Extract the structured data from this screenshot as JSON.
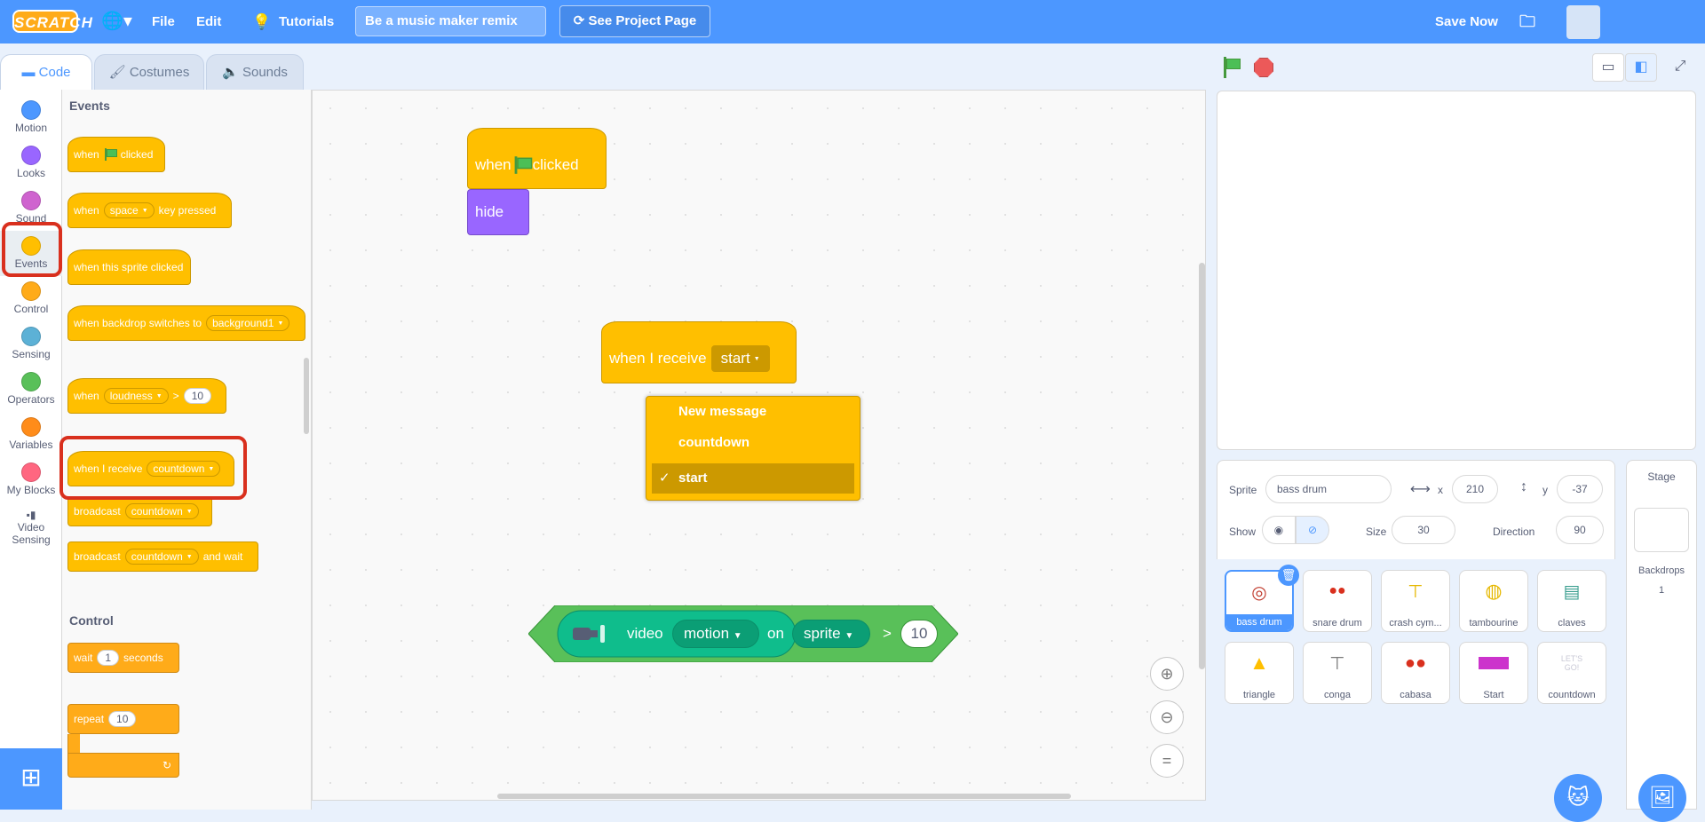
{
  "menubar": {
    "logo": "SCRATCH",
    "file": "File",
    "edit": "Edit",
    "tutorials": "Tutorials",
    "project_title": "Be a music maker remix",
    "see_project": "See Project Page",
    "save_now": "Save Now"
  },
  "tabs": {
    "code": "Code",
    "costumes": "Costumes",
    "sounds": "Sounds"
  },
  "categories": [
    {
      "label": "Motion",
      "color": "#4c97ff"
    },
    {
      "label": "Looks",
      "color": "#9966ff"
    },
    {
      "label": "Sound",
      "color": "#cf63cf"
    },
    {
      "label": "Events",
      "color": "#ffbf00"
    },
    {
      "label": "Control",
      "color": "#ffab19"
    },
    {
      "label": "Sensing",
      "color": "#5cb1d6"
    },
    {
      "label": "Operators",
      "color": "#59c059"
    },
    {
      "label": "Variables",
      "color": "#ff8c1a"
    },
    {
      "label": "My Blocks",
      "color": "#ff6680"
    },
    {
      "label": "Video Sensing",
      "color": "#0fbd8c"
    }
  ],
  "palette": {
    "events_heading": "Events",
    "when": "when",
    "clicked": "clicked",
    "key_space": "space",
    "key_pressed": "key pressed",
    "when_sprite_clicked": "when this sprite clicked",
    "when_backdrop": "when backdrop switches to",
    "backdrop_value": "background1",
    "loudness": "loudness",
    "gt": ">",
    "loudness_value": "10",
    "when_receive": "when I receive",
    "countdown": "countdown",
    "broadcast": "broadcast",
    "and_wait": "and wait",
    "control_heading": "Control",
    "wait": "wait",
    "wait_value": "1",
    "seconds": "seconds",
    "repeat": "repeat",
    "repeat_value": "10"
  },
  "script": {
    "when": "when",
    "clicked": "clicked",
    "hide": "hide",
    "when_receive": "when I receive",
    "receive_value": "start",
    "video": "video",
    "motion": "motion",
    "on": "on",
    "sprite": "sprite",
    "gt": ">",
    "compare_value": "10"
  },
  "dropdown_menu": {
    "options": [
      "New message",
      "countdown",
      "start"
    ],
    "checkmark": "✓"
  },
  "sprite_info": {
    "sprite_label": "Sprite",
    "sprite_name": "bass drum",
    "x_label": "x",
    "x_value": "210",
    "y_label": "y",
    "y_value": "-37",
    "show_label": "Show",
    "size_label": "Size",
    "size_value": "30",
    "direction_label": "Direction",
    "direction_value": "90"
  },
  "sprites": [
    {
      "name": "bass drum",
      "icon": "🥁"
    },
    {
      "name": "snare drum",
      "icon": "🥁"
    },
    {
      "name": "crash cym...",
      "icon": "🔔"
    },
    {
      "name": "tambourine",
      "icon": "🪘"
    },
    {
      "name": "claves",
      "icon": "🎼"
    },
    {
      "name": "triangle",
      "icon": "🔔"
    },
    {
      "name": "conga",
      "icon": "🪘"
    },
    {
      "name": "cabasa",
      "icon": "🪇"
    },
    {
      "name": "Start",
      "icon": "▬"
    },
    {
      "name": "countdown",
      "icon": "LET'S GO!"
    }
  ],
  "stage_panel": {
    "stage": "Stage",
    "backdrops": "Backdrops",
    "backdrop_count": "1"
  }
}
